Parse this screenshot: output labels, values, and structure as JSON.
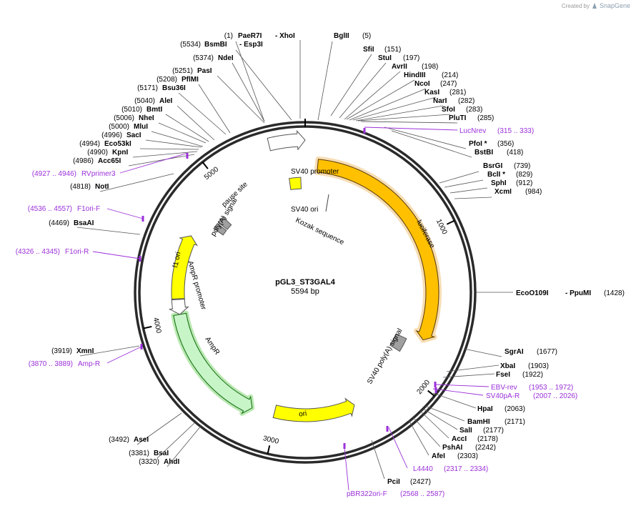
{
  "brand": {
    "created_by": "Created by",
    "name": "SnapGene"
  },
  "map": {
    "name": "pGL3_ST3GAL4",
    "length": "5594 bp",
    "total_bp": 5594,
    "ticks": [
      {
        "bp": 1000,
        "label": "1000"
      },
      {
        "bp": 2000,
        "label": "2000"
      },
      {
        "bp": 3000,
        "label": "3000"
      },
      {
        "bp": 4000,
        "label": "4000"
      },
      {
        "bp": 5000,
        "label": "5000"
      }
    ]
  },
  "colors": {
    "backbone": "#2a2a2a",
    "luciferase": "#ffc000",
    "highlight": "#f7ddb3",
    "yellow_feature": "#ffff00",
    "ampr": "#c8f5c8",
    "ampr_outline": "#0f6b0f",
    "primer": "#9b30d9",
    "polyA": "#a0a0a0",
    "promoter": "#ffffff"
  },
  "features": [
    {
      "id": "luciferase",
      "label": "luciferase",
      "start": 88,
      "end": 1740,
      "r": 178,
      "type": "arrow",
      "dir": 1,
      "color": "#ffc000",
      "glow": true
    },
    {
      "id": "sv40_promoter",
      "label": "SV40 promoter",
      "start": 5380,
      "end": 5594,
      "r": 213,
      "type": "arrow",
      "dir": 1,
      "color": "#ffffff"
    },
    {
      "id": "sv40_ori",
      "label": "SV40 ori",
      "start": 5470,
      "end": 5560,
      "r": 153,
      "type": "box",
      "color": "#ffff00"
    },
    {
      "id": "sv40_polya",
      "label": "SV40 poly(A) signal",
      "start": 1780,
      "end": 1895,
      "r": 148,
      "type": "box",
      "color": "#a0a0a0"
    },
    {
      "id": "ori",
      "label": "ori",
      "start": 2430,
      "end": 3020,
      "r": 172,
      "type": "arrow",
      "dir": -1,
      "color": "#ffff00"
    },
    {
      "id": "ampr",
      "label": "AmpR",
      "start": 3180,
      "end": 4040,
      "r": 178,
      "type": "arrow",
      "dir": -1,
      "color": "#c8f5c8",
      "glow": true
    },
    {
      "id": "ampr_promoter",
      "label": "AmpR promoter",
      "start": 4040,
      "end": 4145,
      "r": 178,
      "type": "arrow",
      "dir": -1,
      "color": "#ffffff"
    },
    {
      "id": "f1_ori",
      "label": "f1 ori",
      "start": 4150,
      "end": 4605,
      "r": 178,
      "type": "arrow",
      "dir": 1,
      "color": "#ffff00"
    },
    {
      "id": "polya_signal",
      "label": "poly(A) signal",
      "start": 4738,
      "end": 4788,
      "r": 148,
      "type": "box",
      "color": "#a0a0a0"
    },
    {
      "id": "pause_site",
      "label": "pause site",
      "start": 4800,
      "end": 4855,
      "r": 148,
      "type": "box",
      "color": "#a0a0a0"
    }
  ],
  "sites": [
    {
      "name": "PaeR7I",
      "pos": "(1)",
      "text_anchor": "end"
    },
    {
      "name": "XhoI"
    },
    {
      "name": "BglII",
      "pos": "(5)"
    },
    {
      "name": "BsmBI",
      "pos": "(5534)"
    },
    {
      "name": "Esp3I"
    },
    {
      "name": "NdeI",
      "pos": "(5374)"
    },
    {
      "name": "PasI",
      "pos": "(5251)"
    },
    {
      "name": "PflMI",
      "pos": "(5208)"
    },
    {
      "name": "Bsu36I",
      "pos": "(5171)"
    },
    {
      "name": "AleI",
      "pos": "(5040)"
    },
    {
      "name": "BmtI",
      "pos": "(5010)"
    },
    {
      "name": "NheI",
      "pos": "(5006)"
    },
    {
      "name": "MluI",
      "pos": "(5000)"
    },
    {
      "name": "SacI",
      "pos": "(4996)"
    },
    {
      "name": "Eco53kI",
      "pos": "(4994)"
    },
    {
      "name": "KpnI",
      "pos": "(4990)"
    },
    {
      "name": "Acc65I",
      "pos": "(4986)"
    },
    {
      "name": "NotI",
      "pos": "(4818)"
    },
    {
      "name": "BsaAI",
      "pos": "(4469)"
    },
    {
      "name": "XmnI",
      "pos": "(3919)"
    },
    {
      "name": "AseI",
      "pos": "(3492)"
    },
    {
      "name": "BsaI",
      "pos": "(3381)"
    },
    {
      "name": "AhdI",
      "pos": "(3320)"
    },
    {
      "name": "SfiI",
      "pos": "(151)"
    },
    {
      "name": "StuI",
      "pos": "(197)"
    },
    {
      "name": "AvrII",
      "pos": "(198)"
    },
    {
      "name": "HindIII",
      "pos": "(214)"
    },
    {
      "name": "NcoI",
      "pos": "(247)"
    },
    {
      "name": "KasI",
      "pos": "(281)"
    },
    {
      "name": "NarI",
      "pos": "(282)"
    },
    {
      "name": "SfoI",
      "pos": "(283)"
    },
    {
      "name": "PluTI",
      "pos": "(285)"
    },
    {
      "name": "PfoI *",
      "pos": "(356)"
    },
    {
      "name": "BstBI",
      "pos": "(418)"
    },
    {
      "name": "BsrGI",
      "pos": "(739)"
    },
    {
      "name": "BclI *",
      "pos": "(829)"
    },
    {
      "name": "SphI",
      "pos": "(912)"
    },
    {
      "name": "XcmI",
      "pos": "(984)"
    },
    {
      "name": "EcoO109I"
    },
    {
      "name": "PpuMI",
      "pos": "(1428)"
    },
    {
      "name": "SgrAI",
      "pos": "(1677)"
    },
    {
      "name": "XbaI",
      "pos": "(1903)"
    },
    {
      "name": "FseI",
      "pos": "(1922)"
    },
    {
      "name": "HpaI",
      "pos": "(2063)"
    },
    {
      "name": "BamHI",
      "pos": "(2171)"
    },
    {
      "name": "SalI",
      "pos": "(2177)"
    },
    {
      "name": "AccI",
      "pos": "(2178)"
    },
    {
      "name": "PshAI",
      "pos": "(2242)"
    },
    {
      "name": "AfeI",
      "pos": "(2303)"
    },
    {
      "name": "PciI",
      "pos": "(2427)"
    }
  ],
  "primers": [
    {
      "name": "LucNrev",
      "pos": "(315 .. 333)"
    },
    {
      "name": "RVprimer3",
      "pos": "(4927 .. 4946)"
    },
    {
      "name": "F1ori-F",
      "pos": "(4536 .. 4557)"
    },
    {
      "name": "F1ori-R",
      "pos": "(4326 .. 4345)"
    },
    {
      "name": "Amp-R",
      "pos": "(3870 .. 3889)"
    },
    {
      "name": "EBV-rev",
      "pos": "(1953 .. 1972)"
    },
    {
      "name": "SV40pA-R",
      "pos": "(2007 .. 2026)"
    },
    {
      "name": "L4440",
      "pos": "(2317 .. 2334)"
    },
    {
      "name": "pBR322ori-F",
      "pos": "(2568 .. 2587)"
    }
  ],
  "feature_labels": {
    "sv40_promoter": "SV40 promoter",
    "sv40_ori": "SV40 ori",
    "kozak": "Kozak sequence",
    "luciferase": "luciferase",
    "sv40_polya": "SV40 poly(A) signal",
    "ori": "ori",
    "ampr": "AmpR",
    "ampr_promoter": "AmpR promoter",
    "f1_ori": "f1 ori",
    "polya_signal": "poly(A) signal",
    "pause_site": "pause site"
  }
}
